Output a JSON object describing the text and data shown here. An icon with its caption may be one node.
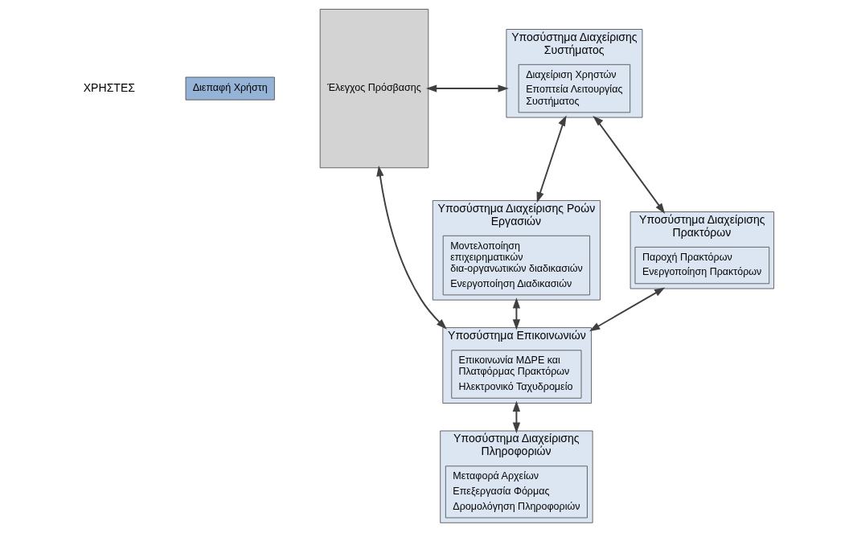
{
  "diagram": {
    "nodes": [
      {
        "text": [
          "Διεπαφή Χρήστη"
        ]
      },
      {
        "text": [
          "Έλεγχος Πρόσβασης"
        ]
      },
      {
        "text": [
          "Υποσύστημα Διαχείρισης Συστήματος"
        ]
      },
      {
        "text": [
          "Διαχείριση Χρηστών",
          "Εποπτεία Λειτουργίας Συστήματος"
        ],
        "in": 2
      },
      {
        "text": [
          "Υποσύστημα Διαχείρισης Ροών Εργασιών"
        ]
      },
      {
        "text": [
          "Μοντελοποίηση επιχειρηματικών δια-οργανωτικών διαδικασιών",
          "Ενεργοποίηση Διαδικασιών"
        ],
        "in": 4
      },
      {
        "text": [
          "Υποσύστημα Διαχείρισης Πρακτόρων"
        ]
      },
      {
        "text": [
          "Παροχή Πρακτόρων",
          "Ενεργοποίηση Πρακτόρων"
        ],
        "in": 6
      },
      {
        "text": [
          "Υποσύστημα Επικοινωνιών"
        ]
      },
      {
        "text": [
          "Επικοινωνία ΜΔΡΕ και Πλατφόρμας Πρακτόρων",
          "Ηλεκτρονικό Ταχυδρομείο"
        ],
        "in": 8
      },
      {
        "text": [
          "Υποσύστημα Διαχείρισης Πληροφοριών"
        ]
      },
      {
        "text": [
          "Μεταφορά Αρχείων",
          "Επεξεργασία Φόρμας",
          "Δρομολόγηση Πληροφοριών"
        ],
        "in": 10
      }
    ],
    "edges": [
      {
        "from": 1,
        "to": 2,
        "arrow": "both"
      },
      {
        "from": 2,
        "to": 4,
        "arrow": "both"
      },
      {
        "from": 2,
        "to": 6,
        "arrow": "both"
      },
      {
        "from": 4,
        "to": 8,
        "arrow": "both"
      },
      {
        "from": 6,
        "to": 8,
        "arrow": "both"
      },
      {
        "from": 1,
        "to": 8,
        "arrow": "both"
      },
      {
        "from": 8,
        "to": 10,
        "arrow": "both"
      }
    ],
    "labels": [
      "ΧΡΗΣΤΕΣ"
    ]
  }
}
